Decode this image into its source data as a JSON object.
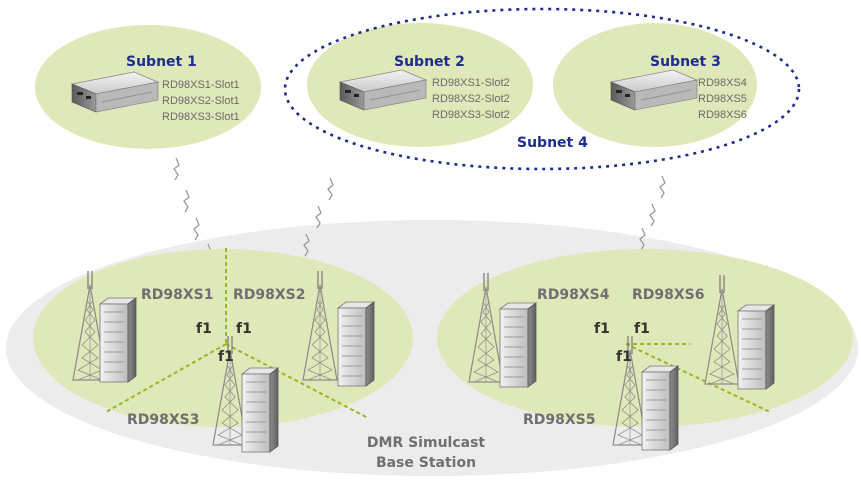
{
  "subnets": [
    {
      "title": "Subnet 1",
      "units": [
        "RD98XS1-Slot1",
        "RD98XS2-Slot1",
        "RD98XS3-Slot1"
      ]
    },
    {
      "title": "Subnet 2",
      "units": [
        "RD98XS1-Slot2",
        "RD98XS2-Slot2",
        "RD98XS3-Slot2"
      ]
    },
    {
      "title": "Subnet 3",
      "units": [
        "RD98XS4",
        "RD98XS5",
        "RD98XS6"
      ]
    }
  ],
  "subnet4": {
    "title": "Subnet 4"
  },
  "sites": {
    "left": {
      "s1": "RD98XS1",
      "s2": "RD98XS2",
      "s3": "RD98XS3",
      "f_a": "f1",
      "f_b": "f1",
      "f_c": "f1"
    },
    "right": {
      "s4": "RD98XS4",
      "s6": "RD98XS6",
      "s5": "RD98XS5",
      "f_a": "f1",
      "f_b": "f1",
      "f_c": "f1"
    }
  },
  "base_station": {
    "line1": "DMR Simulcast",
    "line2": "Base Station"
  },
  "colors": {
    "ellipse_fill": "#dfe8b8",
    "outer_fill": "#ececec",
    "dash_blue": "#1f2d8a",
    "dash_green": "#9ab521"
  }
}
